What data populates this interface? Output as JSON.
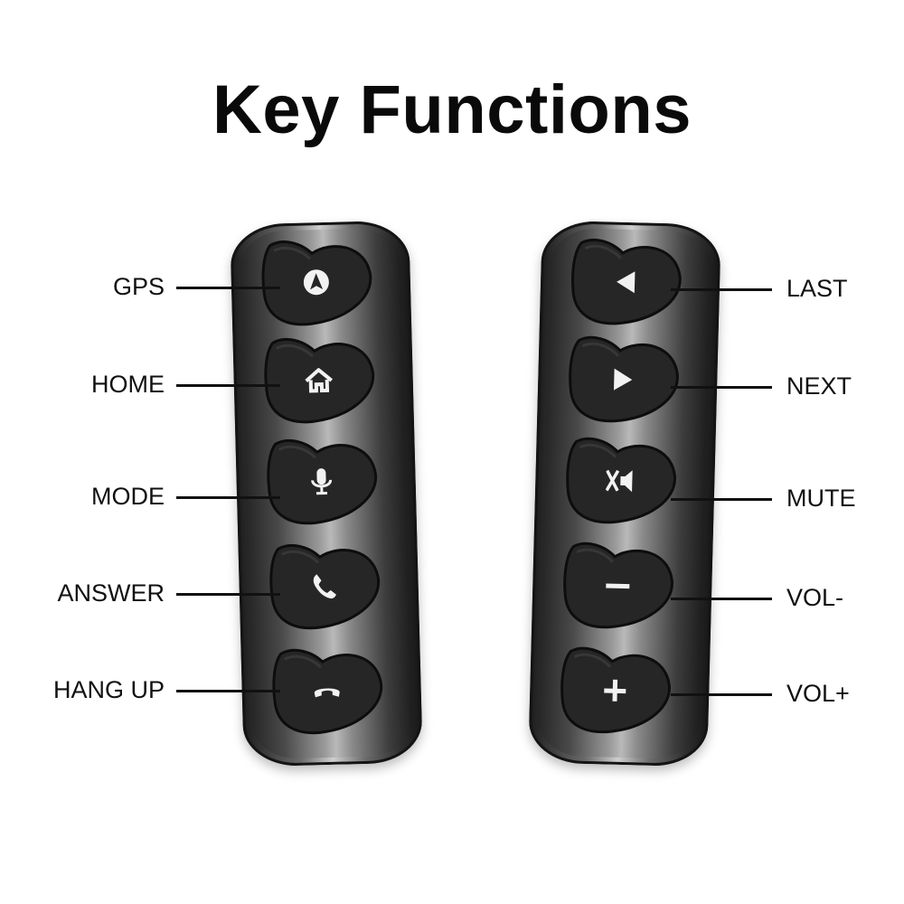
{
  "title": "Key Functions",
  "left_keys": [
    {
      "label": "GPS",
      "icon": "navigation-arrow-icon"
    },
    {
      "label": "HOME",
      "icon": "home-icon"
    },
    {
      "label": "MODE",
      "icon": "microphone-icon"
    },
    {
      "label": "ANSWER",
      "icon": "phone-answer-icon"
    },
    {
      "label": "HANG UP",
      "icon": "phone-hangup-icon"
    }
  ],
  "right_keys": [
    {
      "label": "LAST",
      "icon": "triangle-left-icon"
    },
    {
      "label": "NEXT",
      "icon": "triangle-right-icon"
    },
    {
      "label": "MUTE",
      "icon": "mute-speaker-icon"
    },
    {
      "label": "VOL-",
      "icon": "minus-icon"
    },
    {
      "label": "VOL+",
      "icon": "plus-icon"
    }
  ],
  "colors": {
    "key": "#262626",
    "key_edge": "#0d0d0d",
    "glyph": "#f2f2f2",
    "text": "#111111"
  }
}
